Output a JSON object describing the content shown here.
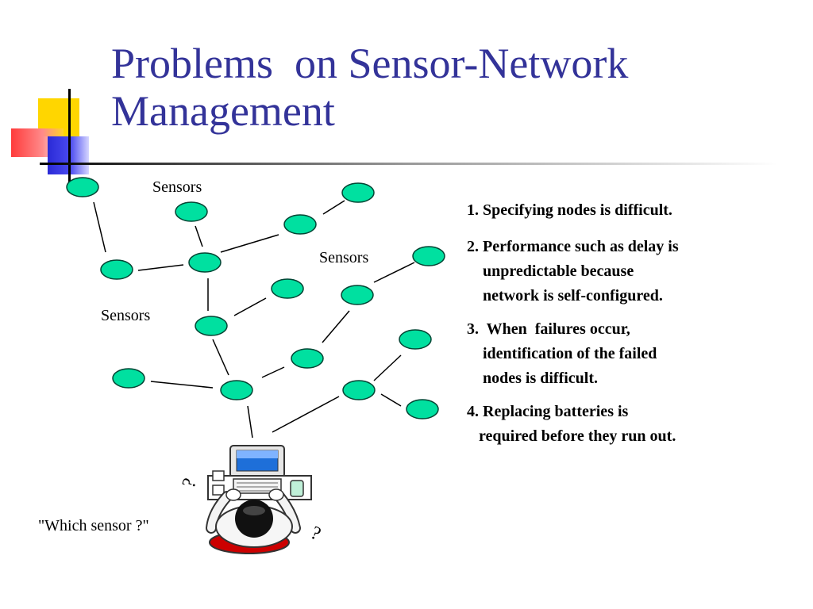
{
  "slide": {
    "title_lines": [
      "Problems  on Sensor-Network",
      "Management"
    ],
    "sensor_labels": [
      "Sensors",
      "Sensors",
      "Sensors"
    ],
    "operator_quote": "\"Which sensor ?\"",
    "question_marks": [
      "?",
      "?"
    ],
    "problems": [
      [
        "1. Specifying nodes is difficult."
      ],
      [
        "2. Performance such as delay is",
        "    unpredictable because",
        "    network is self-configured."
      ],
      [
        "3.  When  failures occur,",
        "    identification of the failed",
        "    nodes is difficult."
      ],
      [
        "4. Replacing batteries is",
        "   required before they run out."
      ]
    ]
  },
  "colors": {
    "title": "#333399",
    "node_fill": "#00e0a0",
    "node_stroke": "#004433",
    "accent_yellow": "#ffd600",
    "accent_red": "#ff3b3b",
    "accent_blue": "#2a2ad6"
  },
  "icons": [
    "computer-operator-clipart-icon"
  ]
}
